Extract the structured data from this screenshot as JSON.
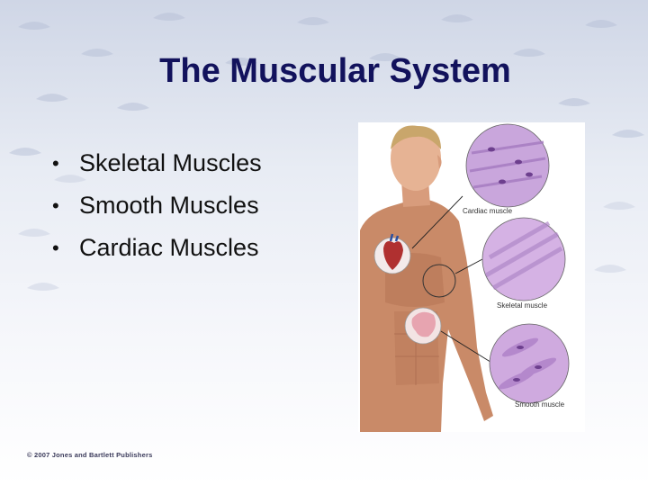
{
  "slide": {
    "title": "The Muscular System",
    "bullets": [
      "Skeletal Muscles",
      "Smooth Muscles",
      "Cardiac Muscles"
    ],
    "bullet_symbol": "•"
  },
  "figure": {
    "labels": {
      "cardiac": "Cardiac muscle",
      "skeletal": "Skeletal muscle",
      "smooth": "Smooth muscle"
    }
  },
  "footer": {
    "copyright": "© 2007 Jones and Bartlett Publishers"
  },
  "colors": {
    "title": "#12125c",
    "background_top": "#cfd6e6",
    "muscle": "#c98a68",
    "tissue": "#c9a6dc"
  }
}
